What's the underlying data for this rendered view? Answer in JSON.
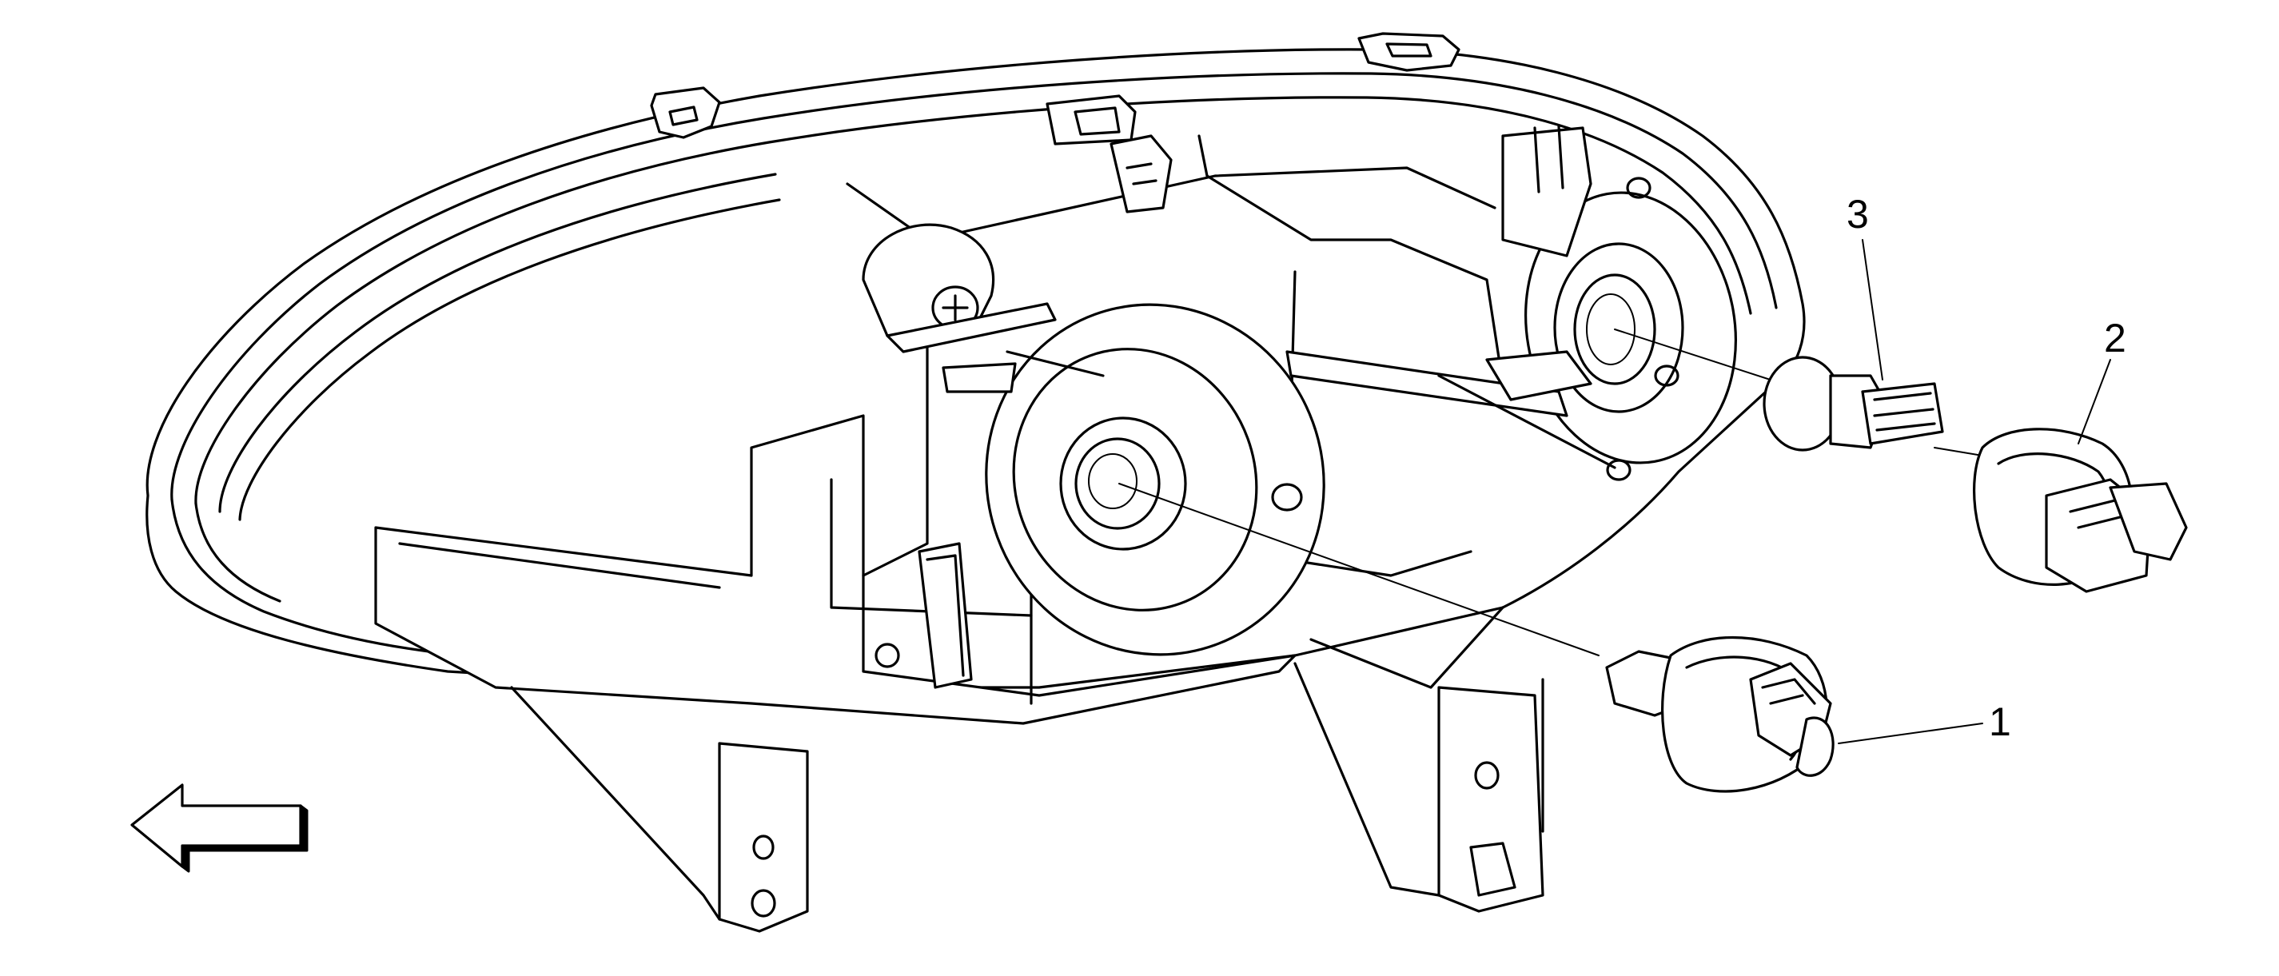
{
  "figure": {
    "callouts": [
      {
        "id": "callout-1",
        "label": "1"
      },
      {
        "id": "callout-2",
        "label": "2"
      },
      {
        "id": "callout-3",
        "label": "3"
      }
    ],
    "direction_arrow": "left-arrow-icon"
  }
}
